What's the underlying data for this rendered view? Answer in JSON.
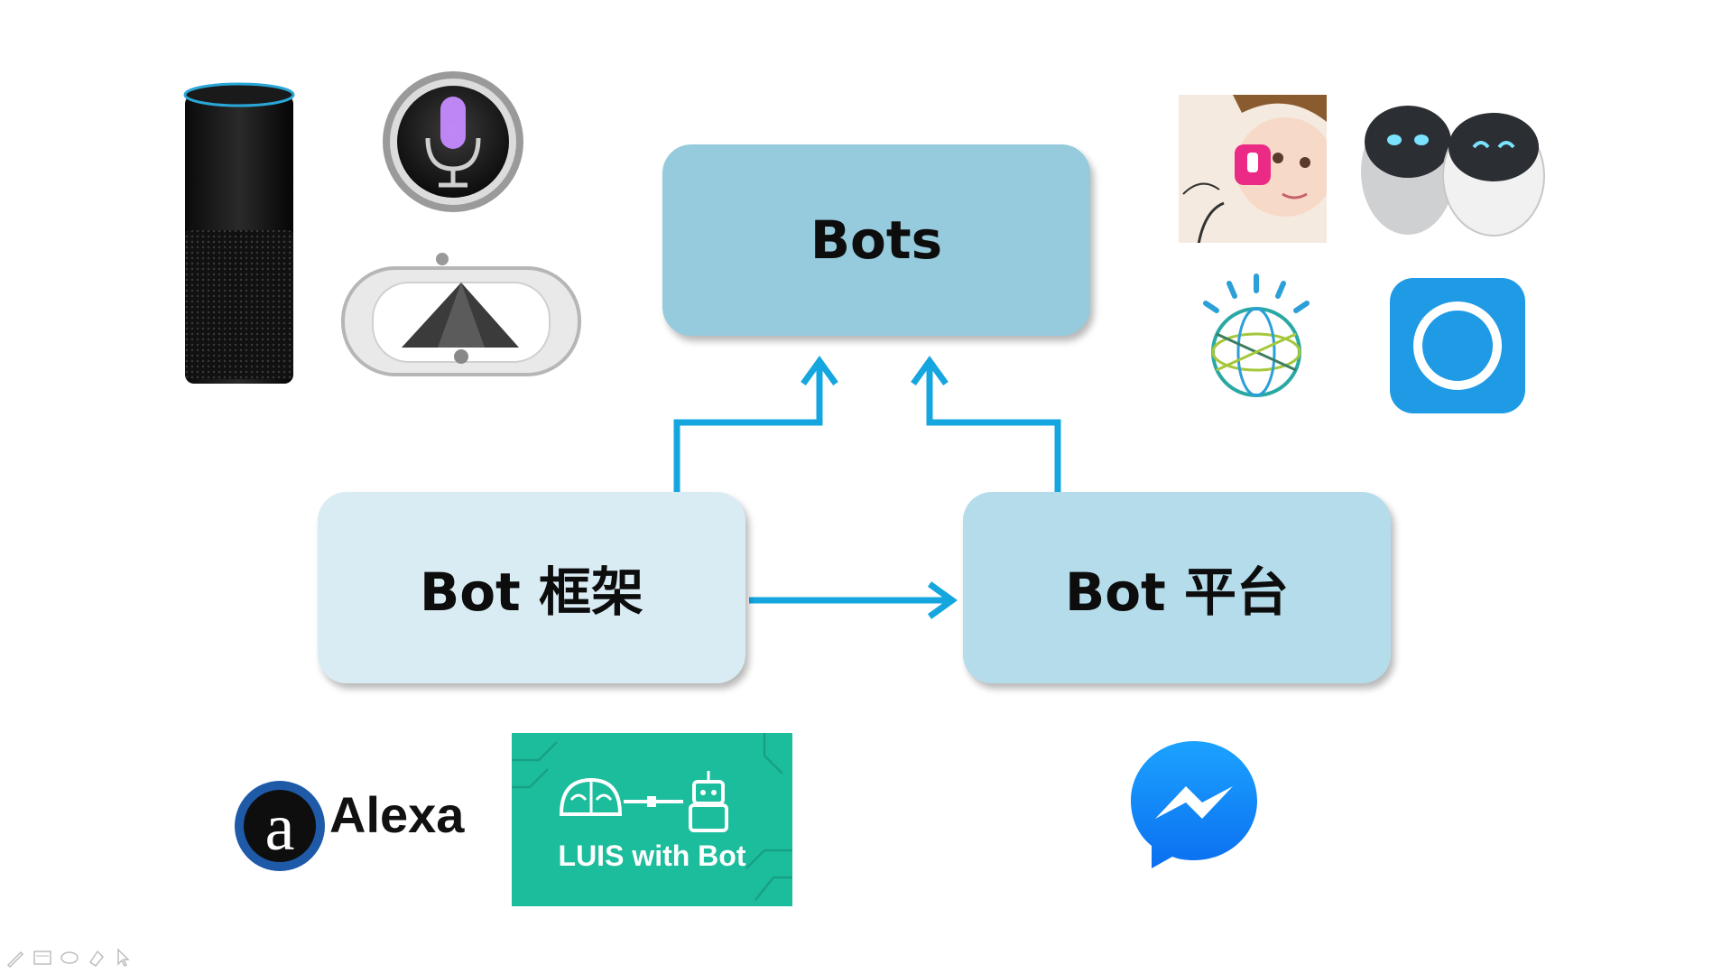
{
  "diagram": {
    "bots_label": "Bots",
    "framework_label": "Bot 框架",
    "platform_label": "Bot 平台"
  },
  "logos": {
    "alexa_text": "Alexa",
    "luis_text": "LUIS with Bot"
  },
  "colors": {
    "bots_box": "#95cbdd",
    "framework_box": "#daecf3",
    "platform_box": "#b5dcea",
    "arrow": "#15a6e0",
    "luis_bg": "#1cbd9c",
    "cortana_bg": "#1f9be6",
    "messenger": "#1583f2"
  },
  "icons": [
    "amazon-echo-icon",
    "siri-icon",
    "hologram-device-icon",
    "selfie-app-icon",
    "robots-icon",
    "ibm-watson-icon",
    "cortana-icon",
    "alexa-logo-icon",
    "luis-brain-icon",
    "luis-robot-icon",
    "messenger-icon",
    "pen-tool-icon",
    "slide-tool-icon",
    "eraser-tool-icon",
    "highlighter-tool-icon",
    "pointer-tool-icon"
  ]
}
